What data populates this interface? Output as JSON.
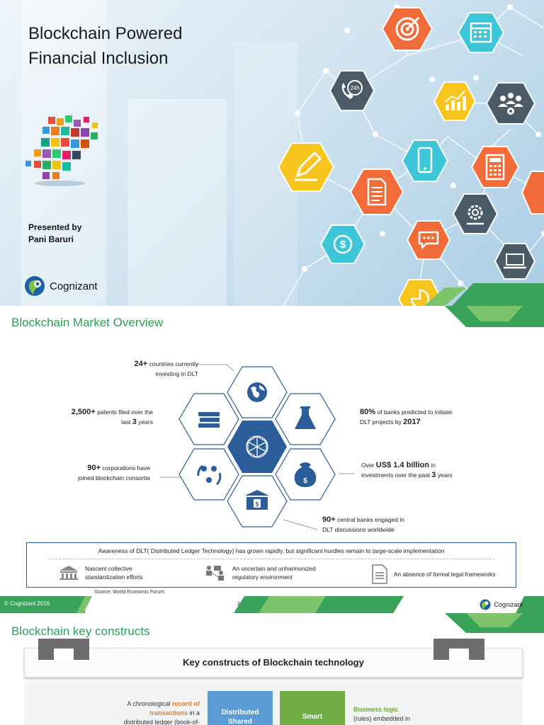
{
  "slide1": {
    "title_line1": "Blockchain Powered",
    "title_line2": "Financial Inclusion",
    "presented_by": "Presented by",
    "presenter": "Pani Baruri",
    "brand": "Cognizant",
    "colors": {
      "orange": "#f26c3a",
      "teal": "#3cc6d8",
      "yellow": "#f7c51e",
      "slate": "#4a5a66",
      "hex_line": "#ffffff"
    }
  },
  "slide2": {
    "title": "Blockchain Market Overview",
    "stats": {
      "countries": {
        "value": "24+",
        "text1": "countries currently",
        "text2": "investing in DLT"
      },
      "patents": {
        "value": "2,500+",
        "text1": "patents filed over the",
        "text2a": "last",
        "num": "3",
        "text2b": "years"
      },
      "banks": {
        "value": "80%",
        "text1": "of banks predicted to initiate",
        "text2": "DLT projects by",
        "year": "2017"
      },
      "corporations": {
        "value": "90+",
        "text1": "corporations have",
        "text2": "joined blockchain consortia"
      },
      "investments": {
        "text1a": "Over",
        "value": "US$ 1.4 billion",
        "text1b": "in",
        "text2a": "investments over the past",
        "num": "3",
        "text2b": "years"
      },
      "central_banks": {
        "value": "90+",
        "text1": "central banks engaged in",
        "text2": "DLT discussions worldwide"
      }
    },
    "hurdles_title": "Awareness of DLT( Distributed Ledger Technology) has grown rapidly, but significant hurdles remain to large-scale implementation",
    "hurdles": [
      {
        "line1": "Nascent collective",
        "line2": "standardization efforts",
        "icon": "building-icon"
      },
      {
        "line1": "An uncertain and unharmonized",
        "line2": "regulatory environment",
        "icon": "people-network-icon"
      },
      {
        "line1": "An absence of formal legal frameworks",
        "line2": "",
        "icon": "document-icon"
      }
    ],
    "source": "Source: World Economic Forum",
    "footer_copyright": "© Cognizant 2016",
    "page_number": "2",
    "footer_brand": "Cognizant",
    "colors": {
      "navy": "#2a5d9a",
      "green": "#2e9e57"
    }
  },
  "slide3": {
    "title": "Blockchain key constructs",
    "box_title": "Key constructs of Blockchain technology",
    "left_desc": {
      "a": "A chronological",
      "b": "record of",
      "c": "transactions",
      "d": "in a",
      "e": "distributed ledger (book-of-"
    },
    "tile_blue_line1": "Distributed",
    "tile_blue_line2": "Shared",
    "tile_green": "Smart",
    "right_desc": {
      "a": "Business logic",
      "b": "(rules) embedded in"
    },
    "colors": {
      "blue": "#5b9bd5",
      "green": "#70ad47"
    }
  }
}
